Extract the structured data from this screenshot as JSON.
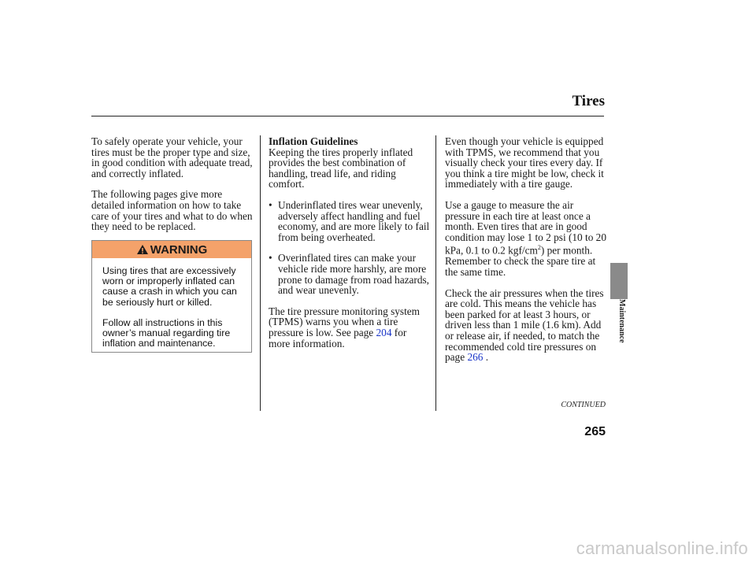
{
  "header": {
    "title": "Tires"
  },
  "col1": {
    "paragraphs": [
      "To safely operate your vehicle, your tires must be the proper type and size, in good condition with adequate tread, and correctly inflated.",
      "The following pages give more detailed information on how to take care of your tires and what to do when they need to be replaced."
    ],
    "warning": {
      "label": "WARNING",
      "paragraphs": [
        "Using tires that are excessively worn or improperly inflated can cause a crash in which you can be seriously hurt or killed.",
        "Follow all instructions in this owner’s manual regarding tire inflation and maintenance."
      ]
    }
  },
  "col2": {
    "heading": "Inflation Guidelines",
    "intro": "Keeping the tires properly inflated provides the best combination of handling, tread life, and riding comfort.",
    "bullets": [
      "Underinflated tires wear unevenly, adversely affect handling and fuel economy, and are more likely to fail from being overheated.",
      "Overinflated tires can make your vehicle ride more harshly, are more prone to damage from road hazards, and wear unevenly."
    ],
    "tpms_pre": "The tire pressure monitoring system (TPMS) warns you when a tire pressure is low. See page ",
    "tpms_link": "204",
    "tpms_post": " for more information."
  },
  "col3": {
    "para1": "Even though your vehicle is equipped with TPMS, we recommend that you visually check your tires every day. If you think a tire might be low, check it immediately with a tire gauge.",
    "para2_pre": "Use a gauge to measure the air pressure in each tire at least once a month. Even tires that are in good condition may lose 1 to 2 psi (10 to 20 kPa, 0.1 to 0.2 kgf/cm",
    "para2_sup": "2",
    "para2_post": ") per month. Remember to check the spare tire at the same time.",
    "para3_pre": "Check the air pressures when the tires are cold. This means the vehicle has been parked for at least 3 hours, or driven less than 1 mile (1.6 km). Add or release air, if needed, to match the recommended cold tire pressures on page ",
    "para3_link": "266",
    "para3_post": " ."
  },
  "side": {
    "label": "Maintenance"
  },
  "footer": {
    "continued": "CONTINUED",
    "page_number": "265",
    "watermark": "carmanualsonline.info"
  },
  "colors": {
    "warning_bar": "#f4a26a",
    "link": "#1a35c8",
    "side_tab": "#8a8a8a"
  }
}
